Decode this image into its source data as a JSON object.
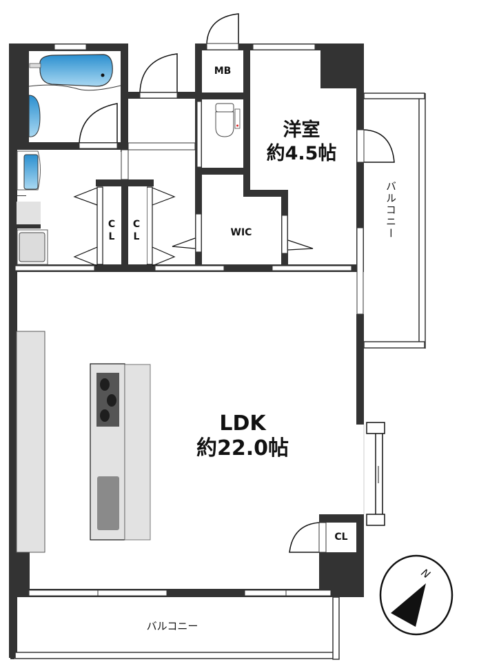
{
  "floor_plan": {
    "colors": {
      "wall": "#333333",
      "fixture_gray": "#e2e2e2",
      "water_blue": "#3a9fd6",
      "stove": "#555555",
      "sink": "#8a8a8a"
    },
    "rooms": {
      "western_room": {
        "name": "洋室",
        "area": "約4.5帖"
      },
      "ldk": {
        "name": "LDK",
        "area": "約22.0帖"
      },
      "mb": {
        "name": "MB"
      },
      "wic": {
        "name": "WIC"
      },
      "closet_1": {
        "line1": "C",
        "line2": "L"
      },
      "closet_2": {
        "line1": "C",
        "line2": "L"
      },
      "closet_3": {
        "name": "CL"
      },
      "balcony_east": {
        "name": "バルコニー"
      },
      "balcony_south": {
        "name": "バルコニー"
      }
    },
    "compass": {
      "label": "N"
    }
  }
}
